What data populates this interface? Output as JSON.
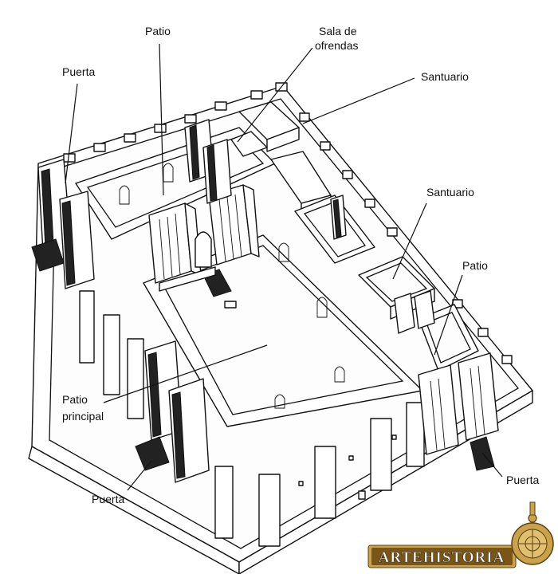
{
  "labels": {
    "patio_top": "Patio",
    "sala_line1": "Sala de",
    "sala_line2": "ofrendas",
    "puerta_left": "Puerta",
    "santuario_top": "Santuario",
    "santuario_right": "Santuario",
    "patio_right": "Patio",
    "patio_principal_line1": "Patio",
    "patio_principal_line2": "principal",
    "puerta_bottom_left": "Puerta",
    "puerta_bottom_right": "Puerta"
  },
  "watermark": {
    "brand": "ARTEHISTORIA"
  }
}
